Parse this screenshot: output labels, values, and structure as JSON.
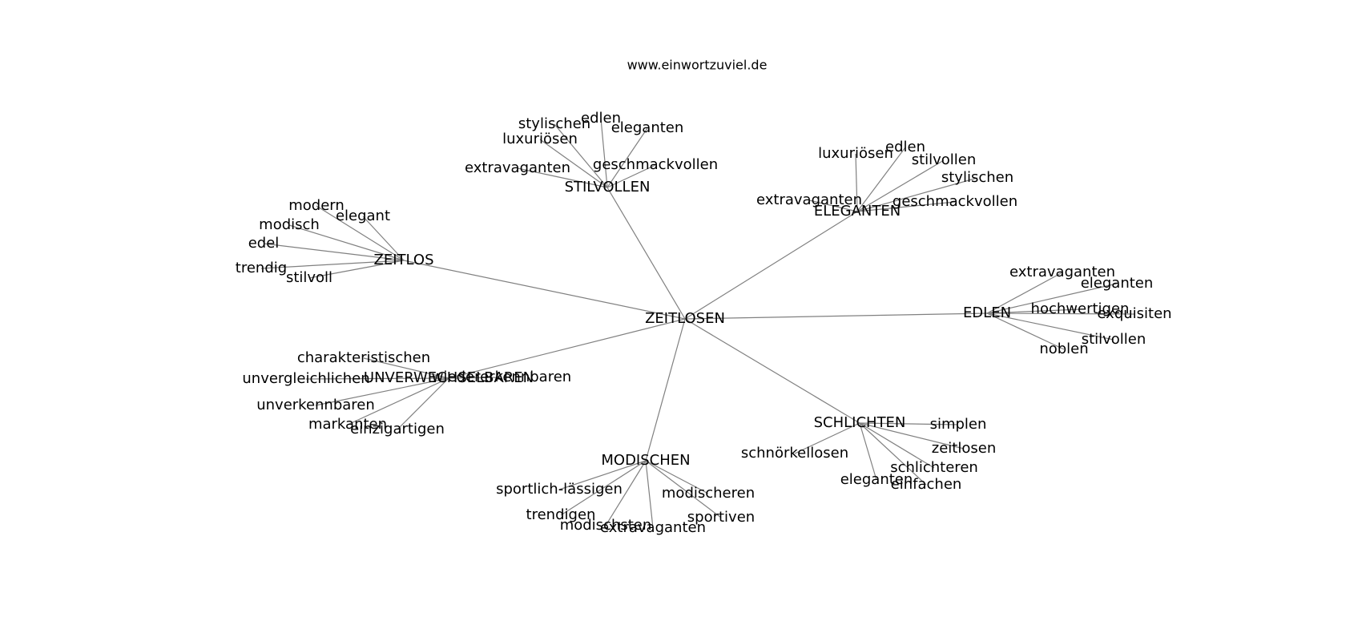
{
  "source": "www.einwortzuviel.de",
  "colors": {
    "edge": "#808080",
    "text": "#000000",
    "background": "#ffffff"
  },
  "graph": {
    "center": "ZEITLOSEN",
    "hubs": [
      {
        "label": "STILVOLLEN",
        "leaves": [
          "stylischen",
          "edlen",
          "eleganten",
          "luxuriösen",
          "extravaganten",
          "geschmackvollen"
        ]
      },
      {
        "label": "ELEGANTEN",
        "leaves": [
          "luxuriösen",
          "edlen",
          "stilvollen",
          "stylischen",
          "extravaganten",
          "geschmackvollen"
        ]
      },
      {
        "label": "ZEITLOS",
        "leaves": [
          "modern",
          "elegant",
          "modisch",
          "edel",
          "trendig",
          "stilvoll"
        ]
      },
      {
        "label": "EDLEN",
        "leaves": [
          "extravaganten",
          "eleganten",
          "hochwertigen",
          "exquisiten",
          "stilvollen",
          "noblen"
        ]
      },
      {
        "label": "UNVERWECHSELBAREN",
        "leaves": [
          "charakteristischen",
          "unvergleichlichen",
          "wiedererkennbaren",
          "unverkennbaren",
          "markanten",
          "einzigartigen"
        ]
      },
      {
        "label": "SCHLICHTEN",
        "leaves": [
          "simplen",
          "schnörkellosen",
          "zeitlosen",
          "schlichteren",
          "eleganten",
          "einfachen"
        ]
      },
      {
        "label": "MODISCHEN",
        "leaves": [
          "sportlich-lässigen",
          "modischeren",
          "trendigen",
          "sportiven",
          "modischsten",
          "extravaganten"
        ]
      }
    ]
  }
}
